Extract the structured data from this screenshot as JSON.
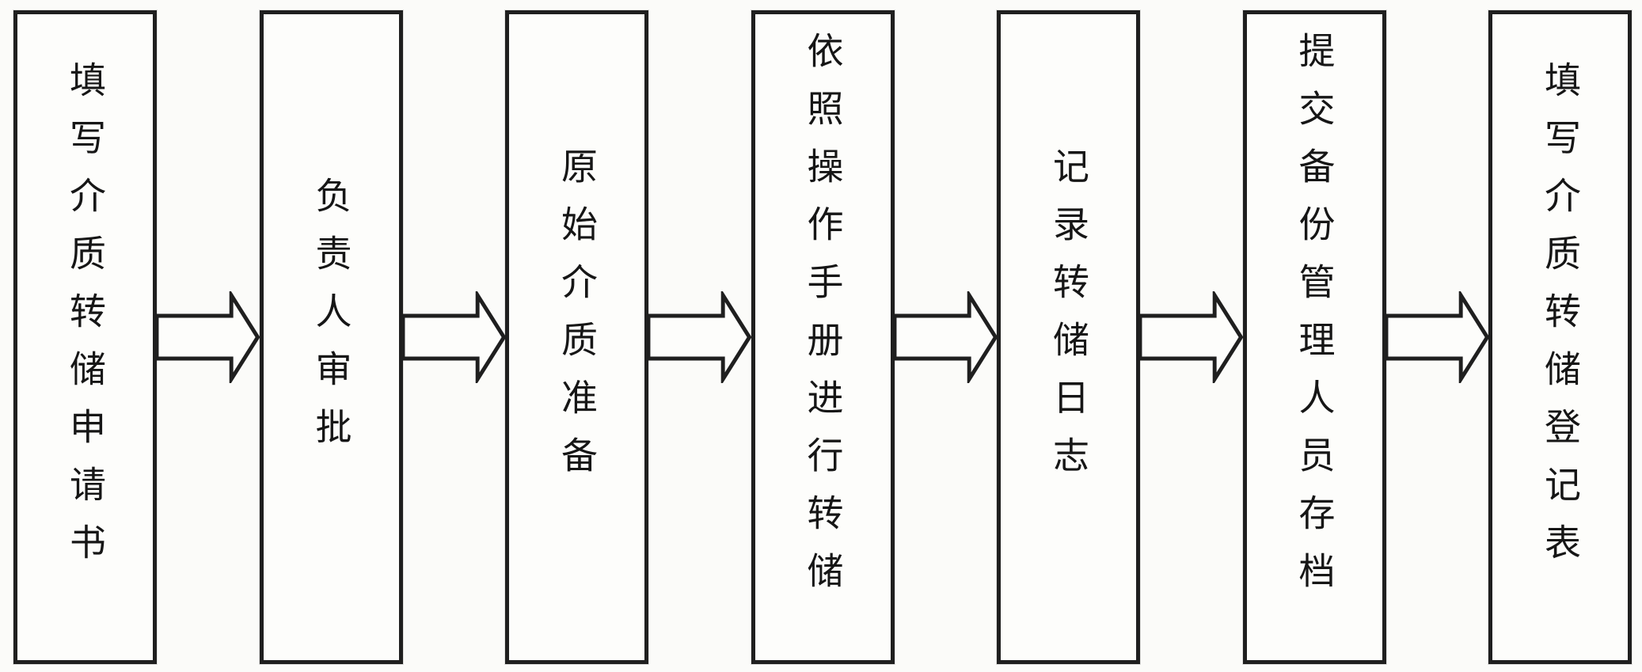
{
  "flow": {
    "type": "flowchart",
    "direction": "left-to-right",
    "steps": [
      {
        "label": "填写介质转储申请书"
      },
      {
        "label": "负责人审批"
      },
      {
        "label": "原始介质准备"
      },
      {
        "label": "依照操作手册进行转储"
      },
      {
        "label": "记录转储日志"
      },
      {
        "label": "提交备份管理人员存档"
      },
      {
        "label": "填写介质转储登记表"
      }
    ],
    "connectors": [
      {
        "from": 1,
        "to": 2,
        "shape": "block-arrow-right"
      },
      {
        "from": 2,
        "to": 3,
        "shape": "block-arrow-right"
      },
      {
        "from": 3,
        "to": 4,
        "shape": "block-arrow-right"
      },
      {
        "from": 4,
        "to": 5,
        "shape": "block-arrow-right"
      },
      {
        "from": 5,
        "to": 6,
        "shape": "block-arrow-right"
      },
      {
        "from": 6,
        "to": 7,
        "shape": "block-arrow-right"
      }
    ],
    "colors": {
      "background": "#fbfbf9",
      "box_fill": "#fdfdfb",
      "box_border": "#1f1f1f",
      "text": "#161616",
      "arrow_fill": "#fdfdfb",
      "arrow_stroke": "#1f1f1f"
    }
  }
}
